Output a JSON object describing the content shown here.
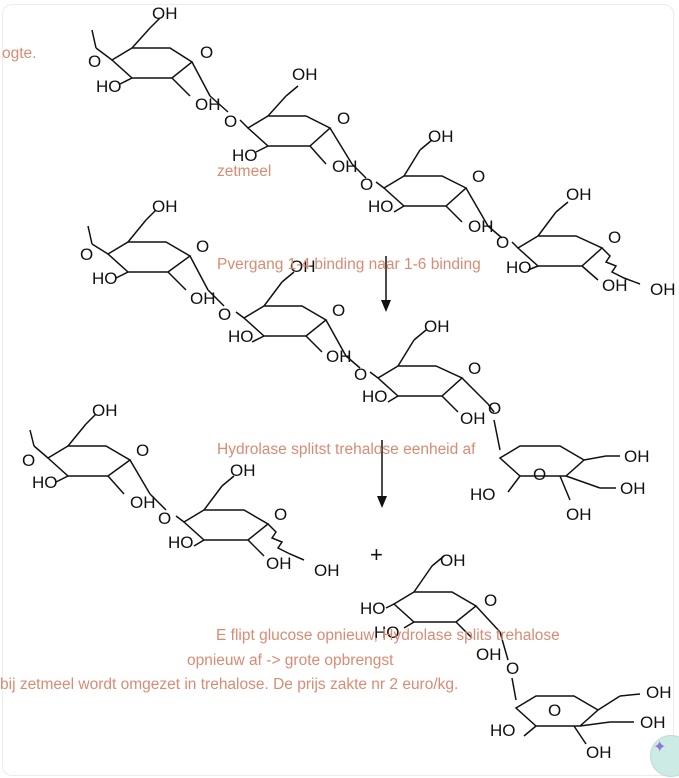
{
  "chem_labels": {
    "hydroxyl": "OH",
    "hydroxyl_left": "HO",
    "ring_oxygen": "O",
    "plus": "+"
  },
  "annotations": {
    "cropped_top": "ogte.",
    "zetmeel": "zetmeel",
    "step1": "Pvergang 1-4 binding naar 1-6 binding",
    "step2": "Hydrolase splitst trehalose eenheid af",
    "step3_line1": "E flipt glucose opnieuw, Hydrolase splits trehalose",
    "step3_line2": "opnieuw af -> grote opbrengst",
    "summary": "bij zetmeel wordt omgezet in trehalose. De prijs zakte nr 2 euro/kg."
  },
  "colors": {
    "annotation": "#d98b73",
    "structure": "#111111",
    "badge": "#cdebe5"
  },
  "icons": {
    "assistant_badge": "sparkle-icon"
  }
}
